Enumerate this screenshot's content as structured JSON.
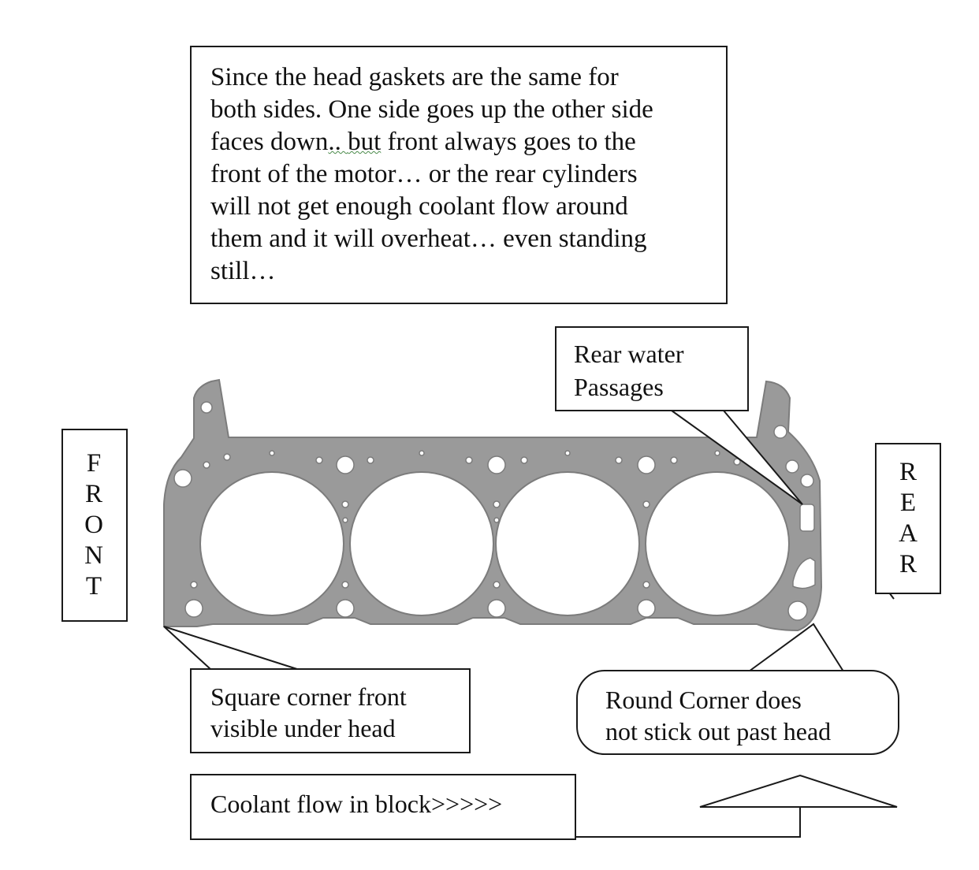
{
  "note": {
    "lines": [
      "Since the head gaskets are the same for",
      "both sides. One side goes up the other side",
      "faces down",
      ".. ",
      "but",
      " front always goes to the",
      "front of the motor… or the rear cylinders",
      "will not get enough coolant flow around",
      "them and it will overheat… even standing",
      "still…"
    ]
  },
  "labels": {
    "front_letters": [
      "F",
      "R",
      "O",
      "N",
      "T"
    ],
    "rear_letters": [
      "R",
      "E",
      "A",
      "R"
    ],
    "rear_water": [
      "Rear water",
      "Passages"
    ],
    "square_corner": [
      "Square corner front",
      "visible under head"
    ],
    "round_corner": [
      "Round Corner does",
      "not stick out past head"
    ],
    "coolant_flow": "Coolant flow in block>>>>>"
  },
  "colors": {
    "gasket": "#9a9a9a",
    "gasket_edge": "#7c7c7c",
    "outline": "#1a1a1a"
  }
}
